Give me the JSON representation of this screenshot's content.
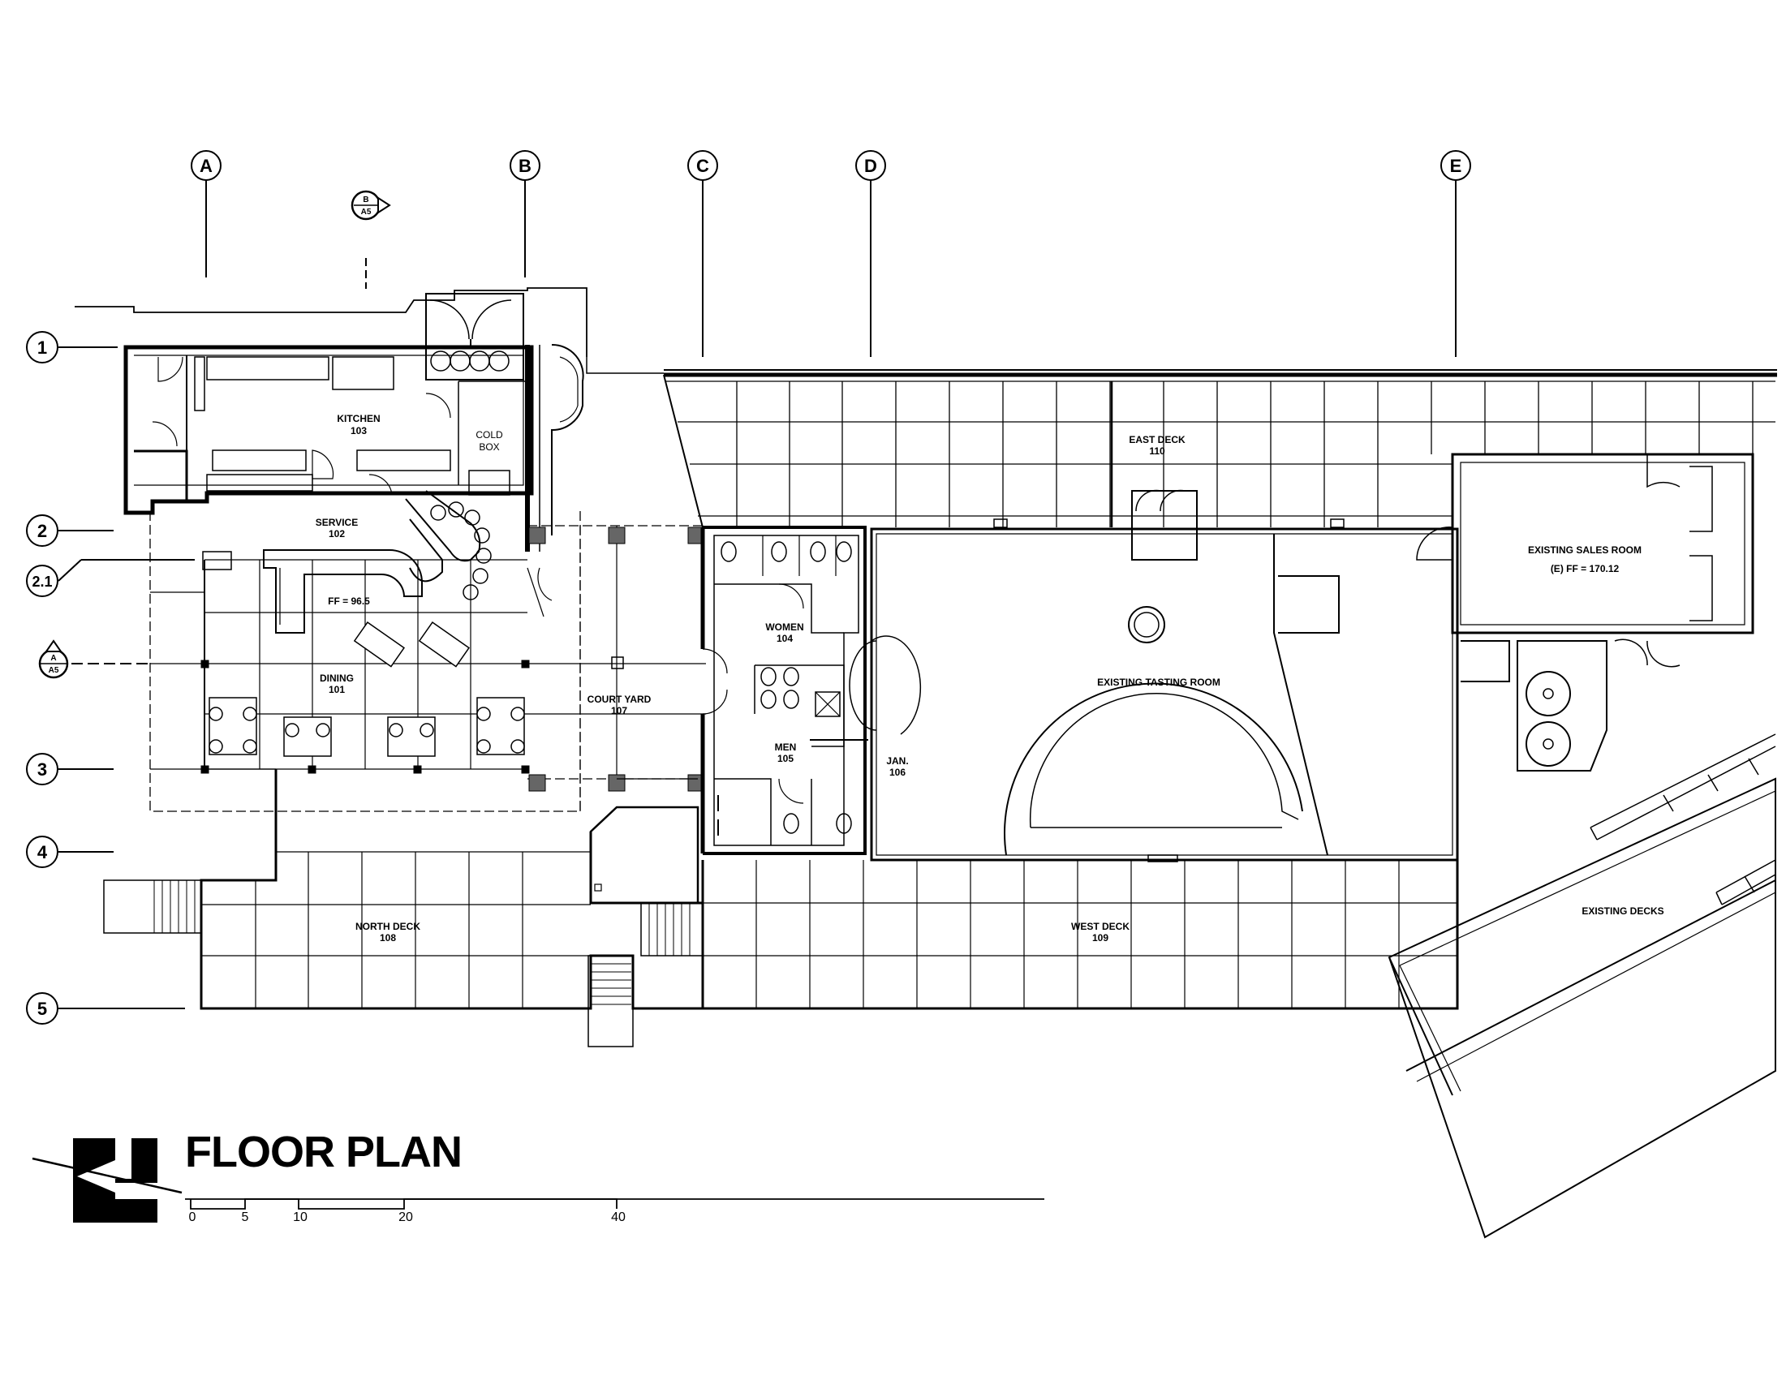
{
  "grid": {
    "columns": [
      {
        "label": "A",
        "id": "col-a"
      },
      {
        "label": "B",
        "id": "col-b"
      },
      {
        "label": "C",
        "id": "col-c"
      },
      {
        "label": "D",
        "id": "col-d"
      },
      {
        "label": "E",
        "id": "col-e"
      }
    ],
    "rows": [
      {
        "label": "1",
        "id": "row-1"
      },
      {
        "label": "2",
        "id": "row-2"
      },
      {
        "label": "2.1",
        "id": "row-2-1"
      },
      {
        "label": "3",
        "id": "row-3"
      },
      {
        "label": "4",
        "id": "row-4"
      },
      {
        "label": "5",
        "id": "row-5"
      }
    ]
  },
  "section_markers": [
    {
      "top": "B",
      "bottom": "A5"
    },
    {
      "top": "A",
      "bottom": "A5"
    }
  ],
  "rooms": {
    "kitchen": {
      "name": "KITCHEN",
      "number": "103"
    },
    "cold_box": {
      "name": "COLD",
      "number": "BOX"
    },
    "service": {
      "name": "SERVICE",
      "number": "102"
    },
    "ff_service": "FF = 96.5",
    "dining": {
      "name": "DINING",
      "number": "101"
    },
    "court_yard": {
      "name": "COURT YARD",
      "number": "107"
    },
    "women": {
      "name": "WOMEN",
      "number": "104"
    },
    "men": {
      "name": "MEN",
      "number": "105"
    },
    "jan": {
      "name": "JAN.",
      "number": "106"
    },
    "east_deck": {
      "name": "EAST DECK",
      "number": "110"
    },
    "tasting": {
      "name": "EXISTING TASTING ROOM"
    },
    "sales": {
      "name": "EXISTING SALES ROOM",
      "ff": "(E) FF = 170.12"
    },
    "north_deck": {
      "name": "NORTH DECK",
      "number": "108"
    },
    "west_deck": {
      "name": "WEST DECK",
      "number": "109"
    },
    "existing_decks": {
      "name": "EXISTING DECKS"
    }
  },
  "title_block": {
    "title": "FLOOR PLAN",
    "scale_ticks": [
      "0",
      "5",
      "10",
      "20",
      "40"
    ]
  }
}
